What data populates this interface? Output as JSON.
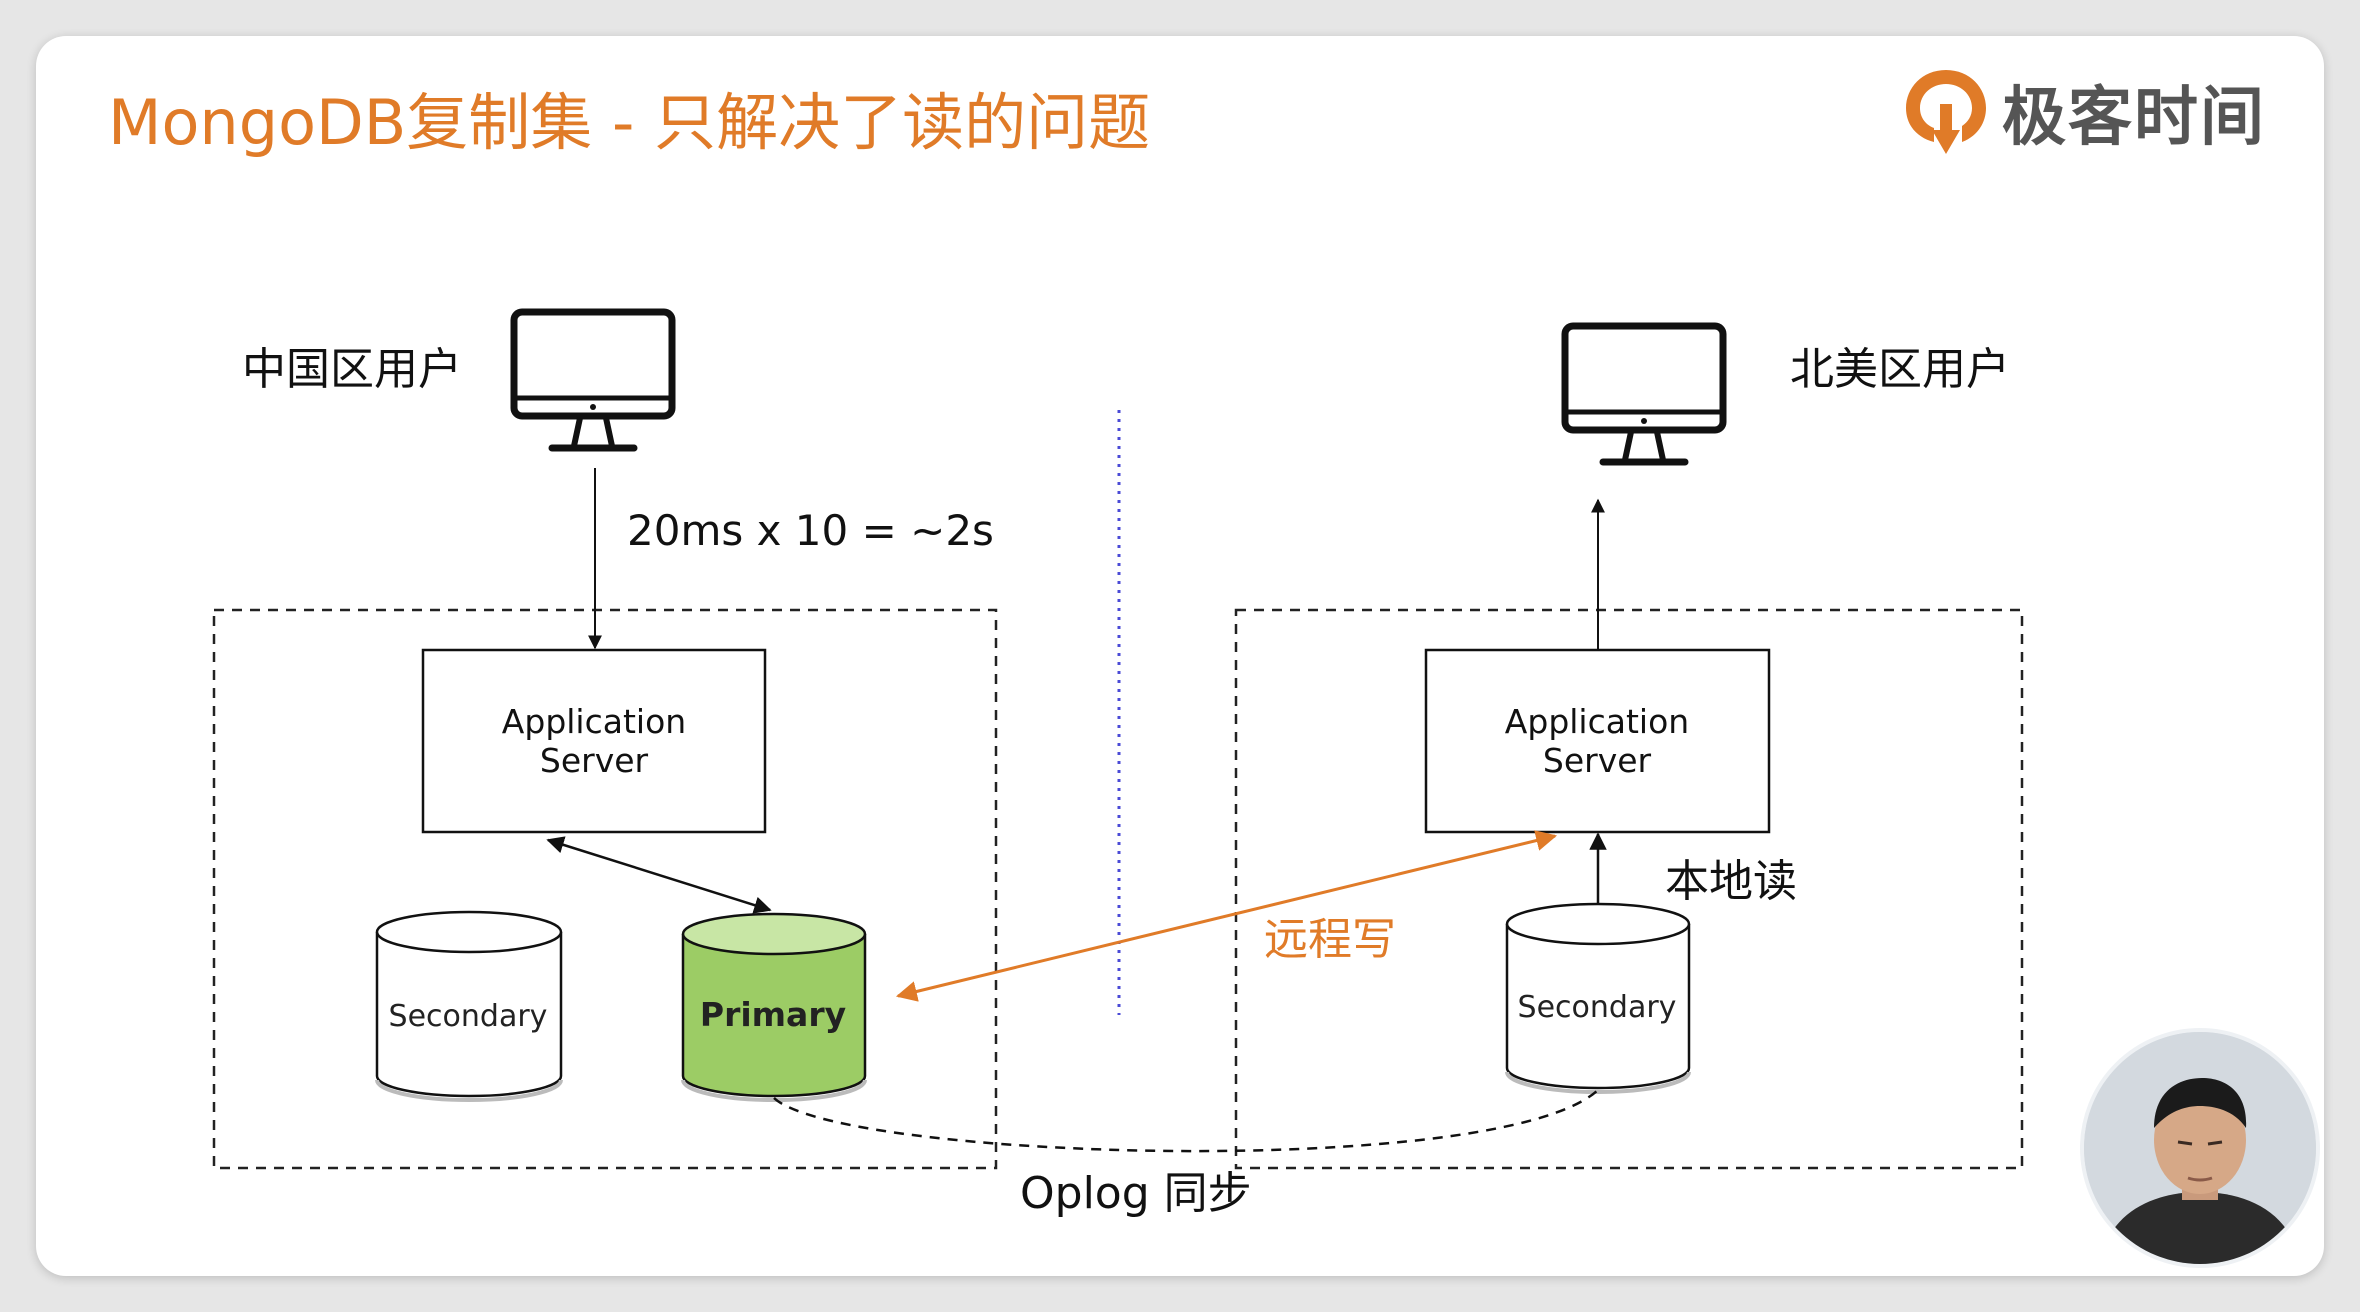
{
  "slide": {
    "title": "MongoDB复制集 - 只解决了读的问题",
    "brand": {
      "name": "极客时间",
      "icon": "geektime-logo-icon",
      "color": "#e07b28"
    }
  },
  "diagram": {
    "left_region": {
      "user_label": "中国区用户",
      "latency_note": "20ms x 10 =  ~2s",
      "app_server": {
        "line1": "Application",
        "line2": "Server"
      },
      "secondary": "Secondary",
      "primary": "Primary"
    },
    "right_region": {
      "user_label": "北美区用户",
      "app_server": {
        "line1": "Application",
        "line2": "Server"
      },
      "secondary": "Secondary",
      "local_read": "本地读"
    },
    "remote_write": "远程写",
    "oplog_sync": "Oplog 同步",
    "colors": {
      "accent": "#e07b28",
      "primary_fill": "#9ccc65",
      "primary_top": "#c8e6a5",
      "divider": "#4a4ad6"
    }
  },
  "presenter": {
    "icon": "presenter-avatar-icon"
  }
}
